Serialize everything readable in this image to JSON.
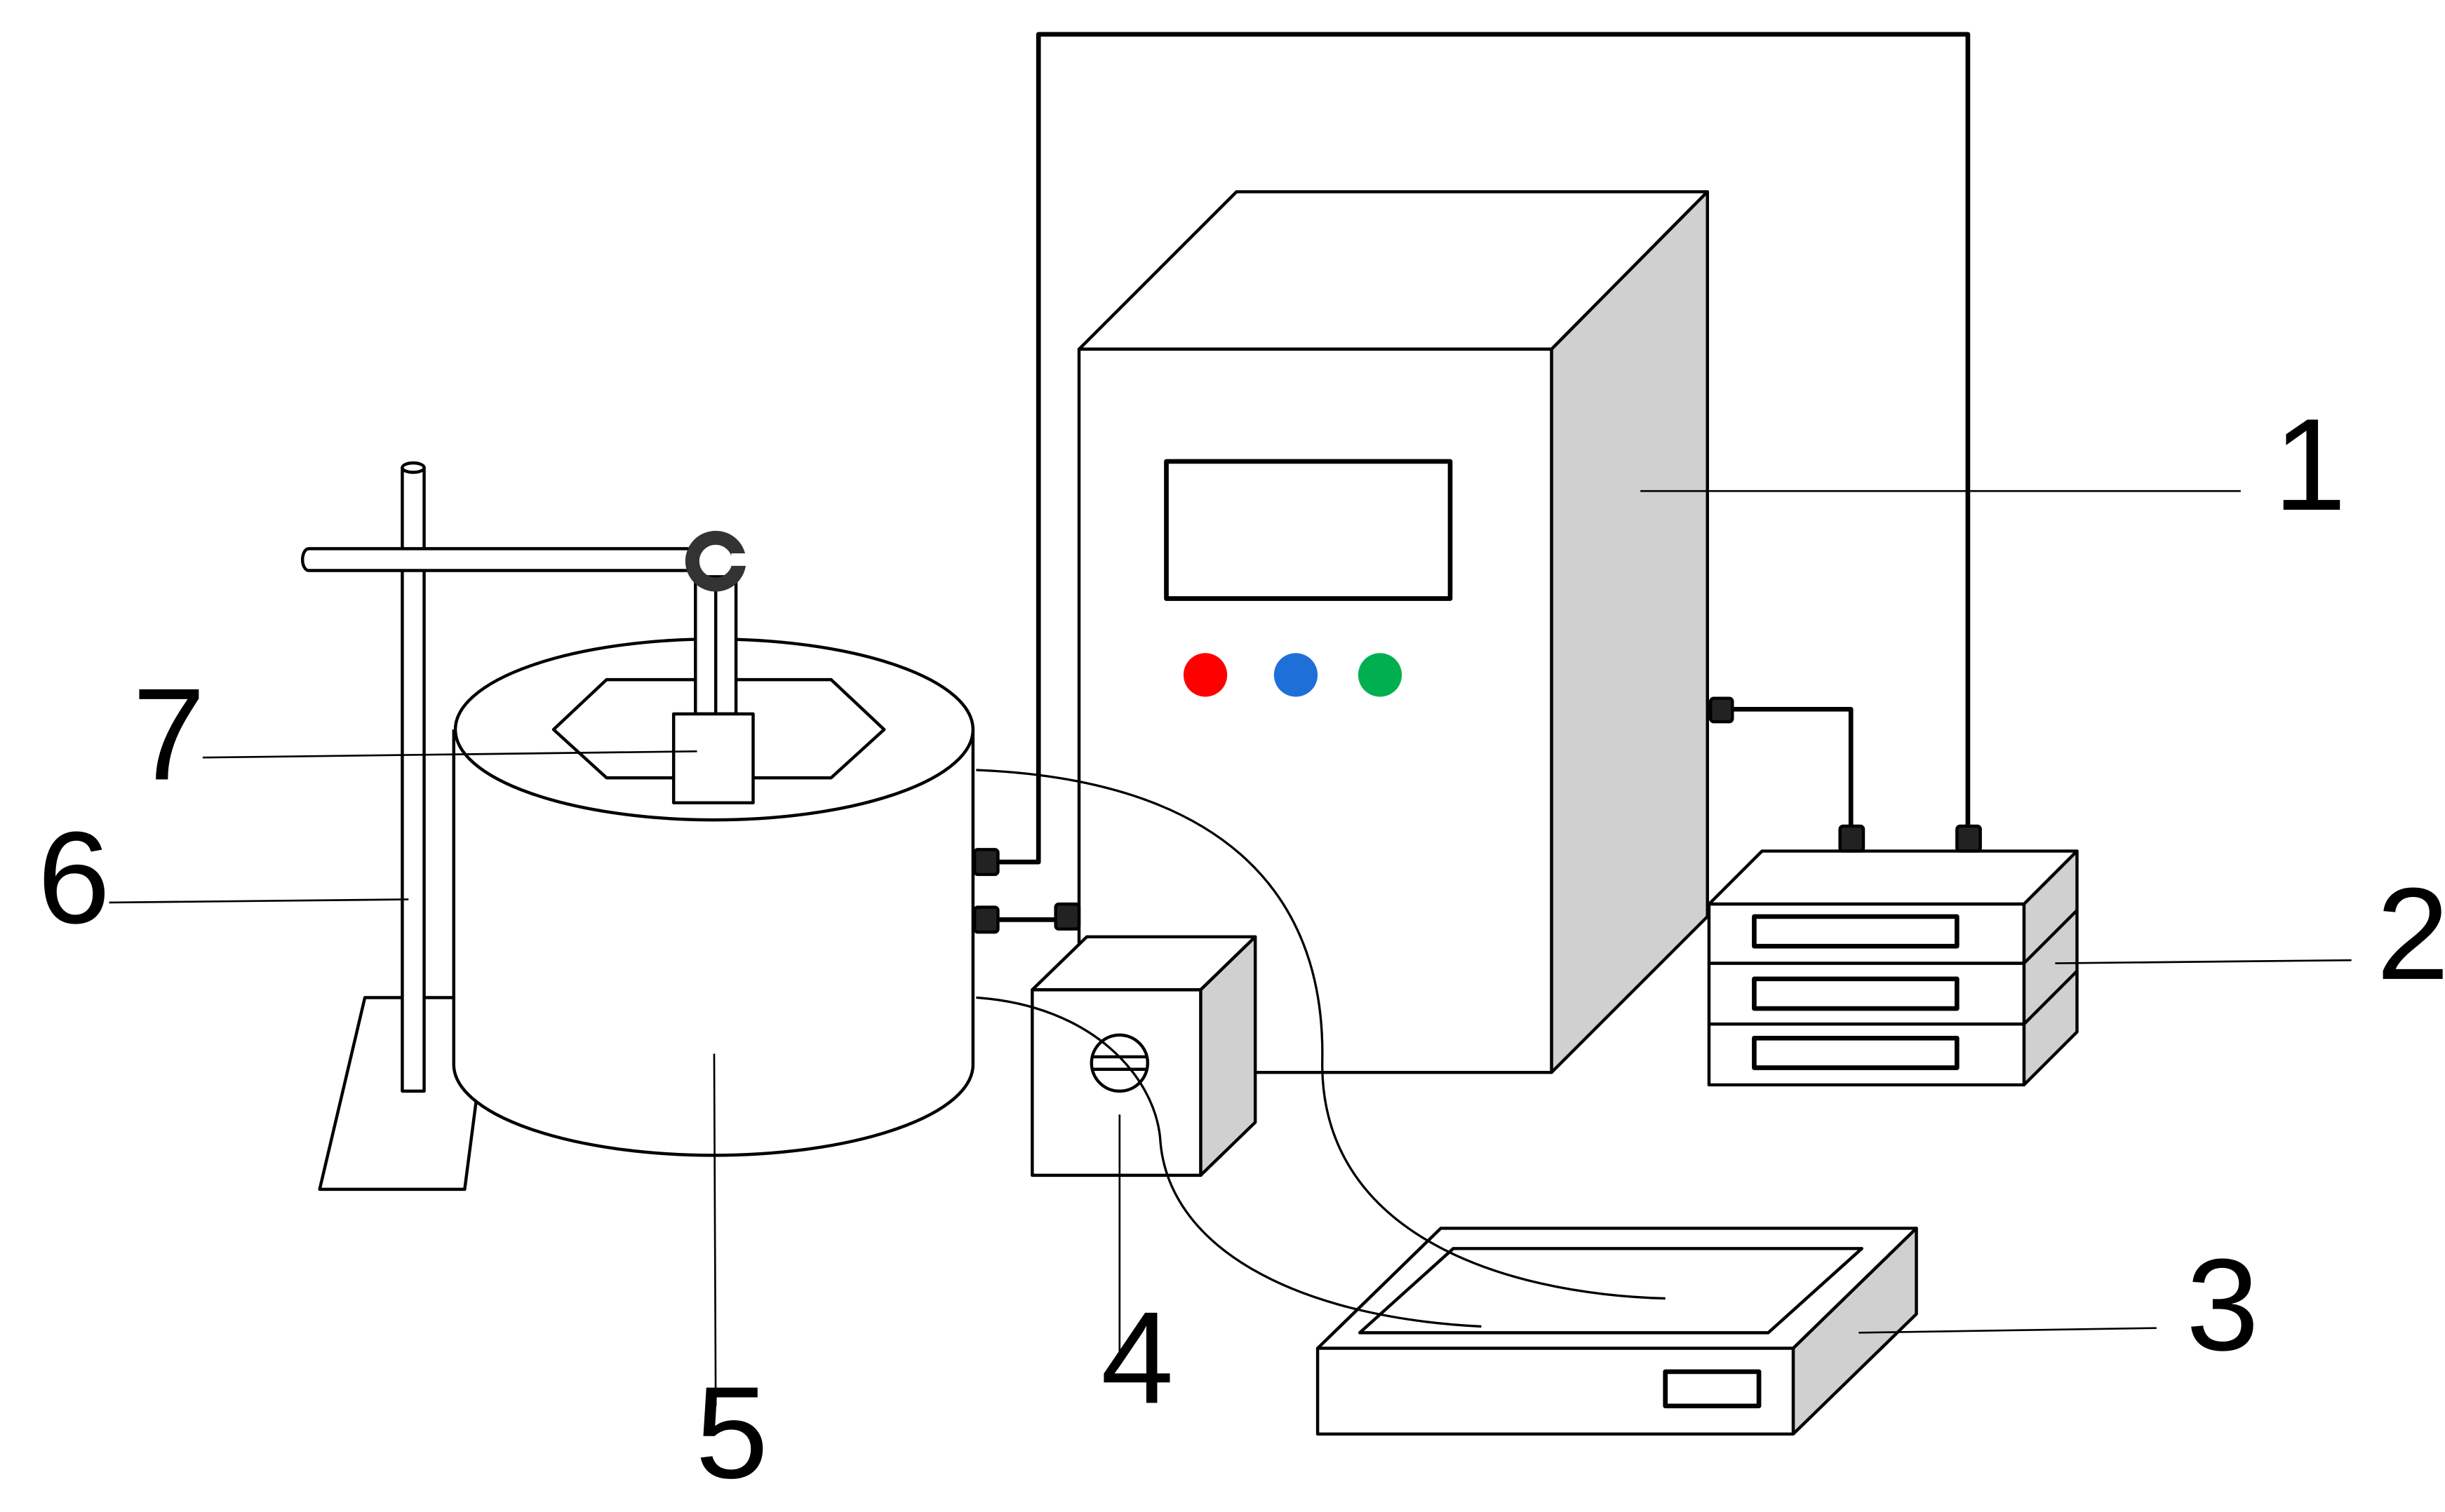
{
  "labels": {
    "cabinet": "1",
    "stacked_box": "2",
    "tray": "3",
    "pump": "4",
    "tank": "5",
    "stand": "6",
    "sample": "7"
  },
  "colors": {
    "stroke": "#000000",
    "shade": "#d0d0d0",
    "button_red": "#ff0000",
    "button_blue": "#1f6fd8",
    "button_green": "#00b050",
    "background": "#ffffff"
  }
}
